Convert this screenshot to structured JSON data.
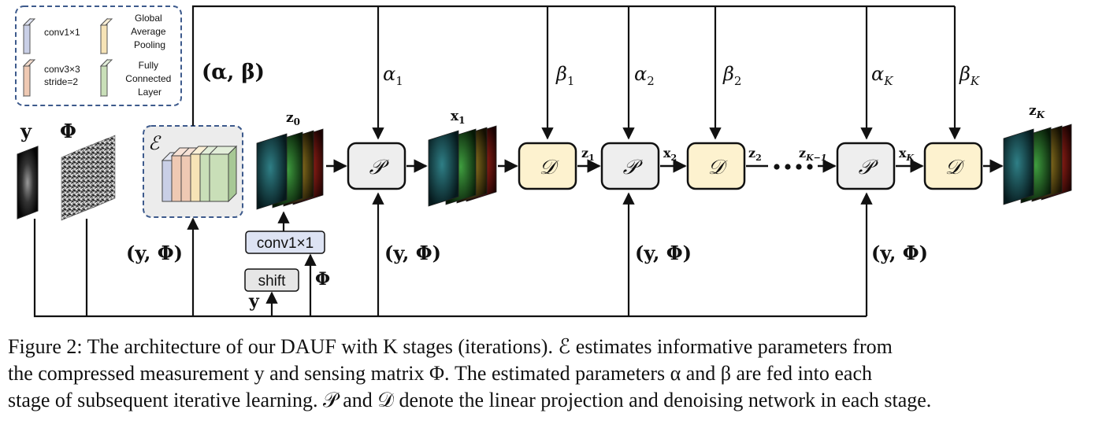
{
  "legend": {
    "items": [
      {
        "label_lines": [
          "conv1×1"
        ],
        "color": "#c9cfe6",
        "edge": "#8f97b8"
      },
      {
        "label_lines": [
          "conv3×3",
          "stride=2"
        ],
        "color": "#efc9b3",
        "edge": "#b98d74"
      },
      {
        "label_lines": [
          "Global",
          "Average",
          "Pooling"
        ],
        "color": "#f6e3b6",
        "edge": "#b9a26e"
      },
      {
        "label_lines": [
          "Fully",
          "Connected",
          "Layer"
        ],
        "color": "#c9dfb8",
        "edge": "#86a86e"
      }
    ]
  },
  "inputs": {
    "y_label": "y",
    "phi_label": "Φ"
  },
  "encoder": {
    "symbol": "ℰ",
    "output_label": "(α, β)",
    "input_label": "(y, Φ)"
  },
  "init": {
    "shift_label": "shift",
    "conv_label": "conv1×1",
    "y_label": "y",
    "phi_label": "Φ",
    "z0_label": "z",
    "z0_sub": "0"
  },
  "blocks": {
    "projection_symbol": "𝒫",
    "denoise_symbol": "𝒟"
  },
  "params": {
    "alpha1": "α",
    "alpha1_sub": "1",
    "beta1": "β",
    "beta1_sub": "1",
    "alpha2": "α",
    "alpha2_sub": "2",
    "beta2": "β",
    "beta2_sub": "2",
    "alphaK": "α",
    "alphaK_sub": "K",
    "betaK": "β",
    "betaK_sub": "K"
  },
  "signals": {
    "x1": "x",
    "x1_sub": "1",
    "z1": "z",
    "z1_sub": "1",
    "x2": "x",
    "x2_sub": "2",
    "z2": "z",
    "z2_sub": "2",
    "zK1": "z",
    "zK1_sub": "K−1",
    "xK": "x",
    "xK_sub": "K",
    "zK": "z",
    "zK_sub": "K"
  },
  "measurement_labels": [
    "(y, Φ)",
    "(y, Φ)",
    "(y, Φ)"
  ],
  "caption": {
    "lines": [
      "Figure 2: The architecture of our DAUF with K stages (iterations). ℰ estimates informative parameters from",
      "the compressed measurement y and sensing matrix Φ. The estimated parameters α and β are fed into each",
      "stage of subsequent iterative learning. 𝒫 and 𝒟 denote the linear projection and denoising network in each stage."
    ]
  },
  "colors": {
    "legend_border": "#3d5a8c",
    "encoder_bg": "#ececec",
    "projection_bg": "#eeeeee",
    "denoise_bg": "#fdf2cf",
    "conv_bg": "#dde3f3",
    "shift_bg": "#e6e6e6"
  }
}
